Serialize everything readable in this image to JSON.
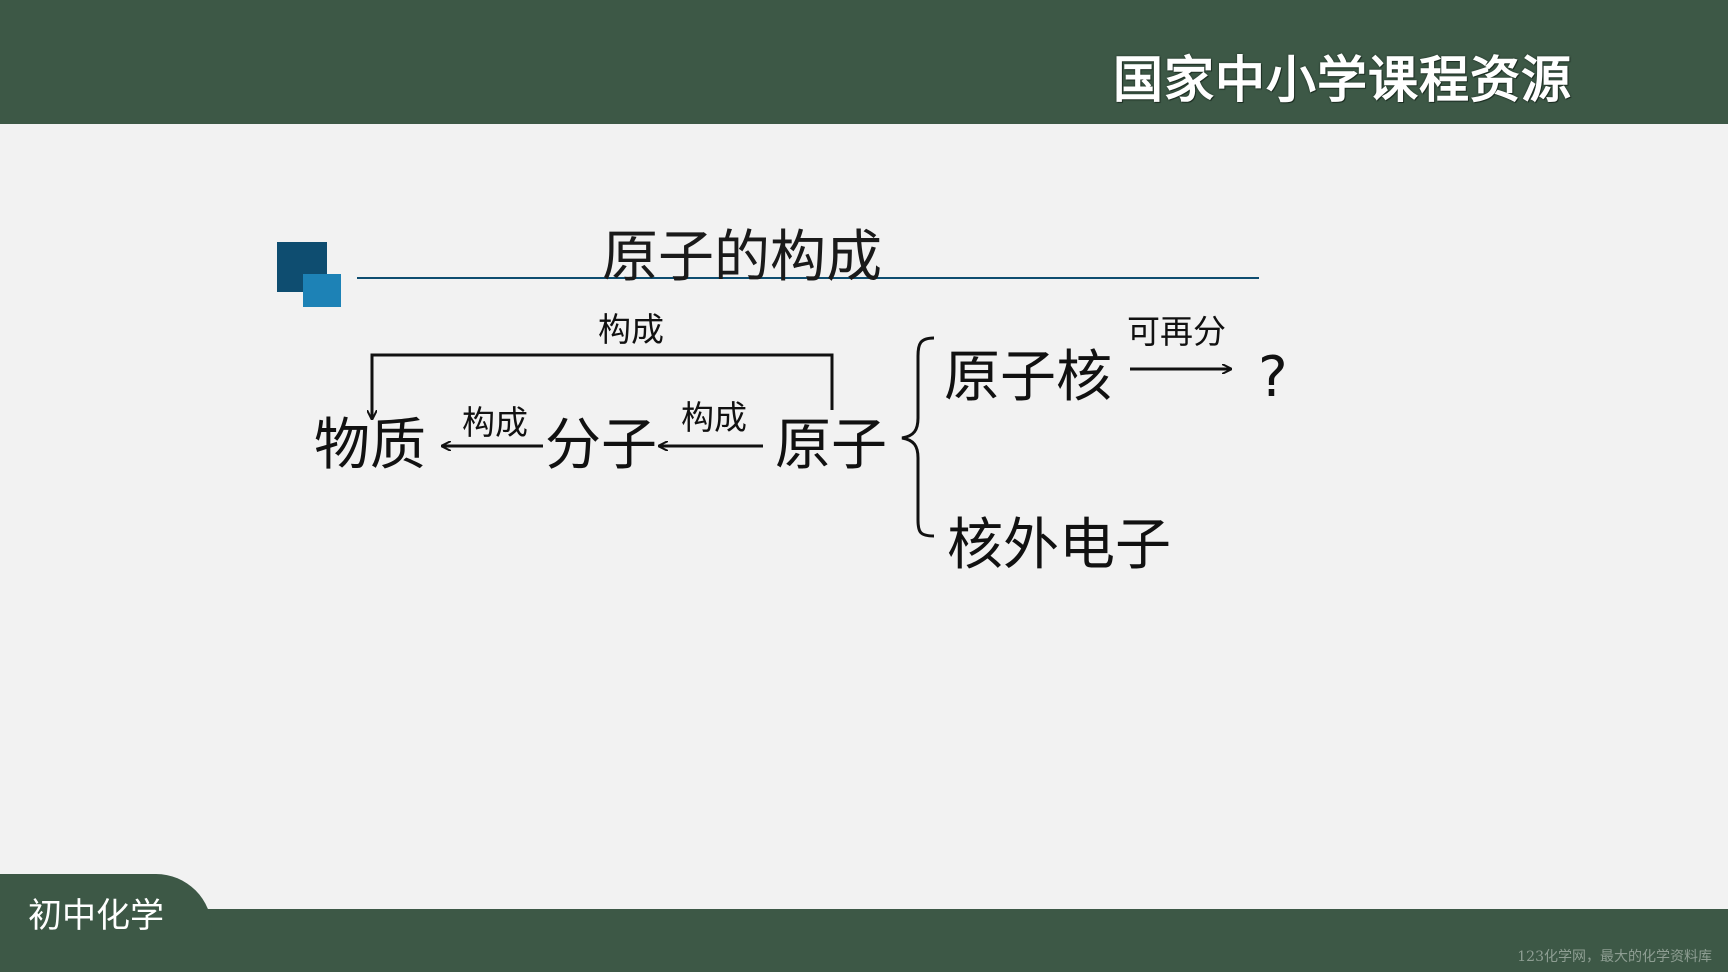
{
  "header": {
    "brand": "国家中小学课程资源"
  },
  "slide": {
    "title": "原子的构成",
    "nodes": {
      "substance": "物质",
      "molecule": "分子",
      "atom": "原子",
      "nucleus": "原子核",
      "electrons": "核外电子",
      "unknown": "?"
    },
    "labels": {
      "top_constitutes": "构成",
      "molecule_to_substance": "构成",
      "atom_to_molecule": "构成",
      "divisible_again": "可再分"
    }
  },
  "footer": {
    "subject": "初中化学",
    "watermark": "123化学网，最大的化学资料库"
  },
  "colors": {
    "header_green": "#3d5846",
    "accent_dark_blue": "#0e4d70",
    "accent_light_blue": "#1d82b6",
    "background": "#f2f2f2"
  }
}
